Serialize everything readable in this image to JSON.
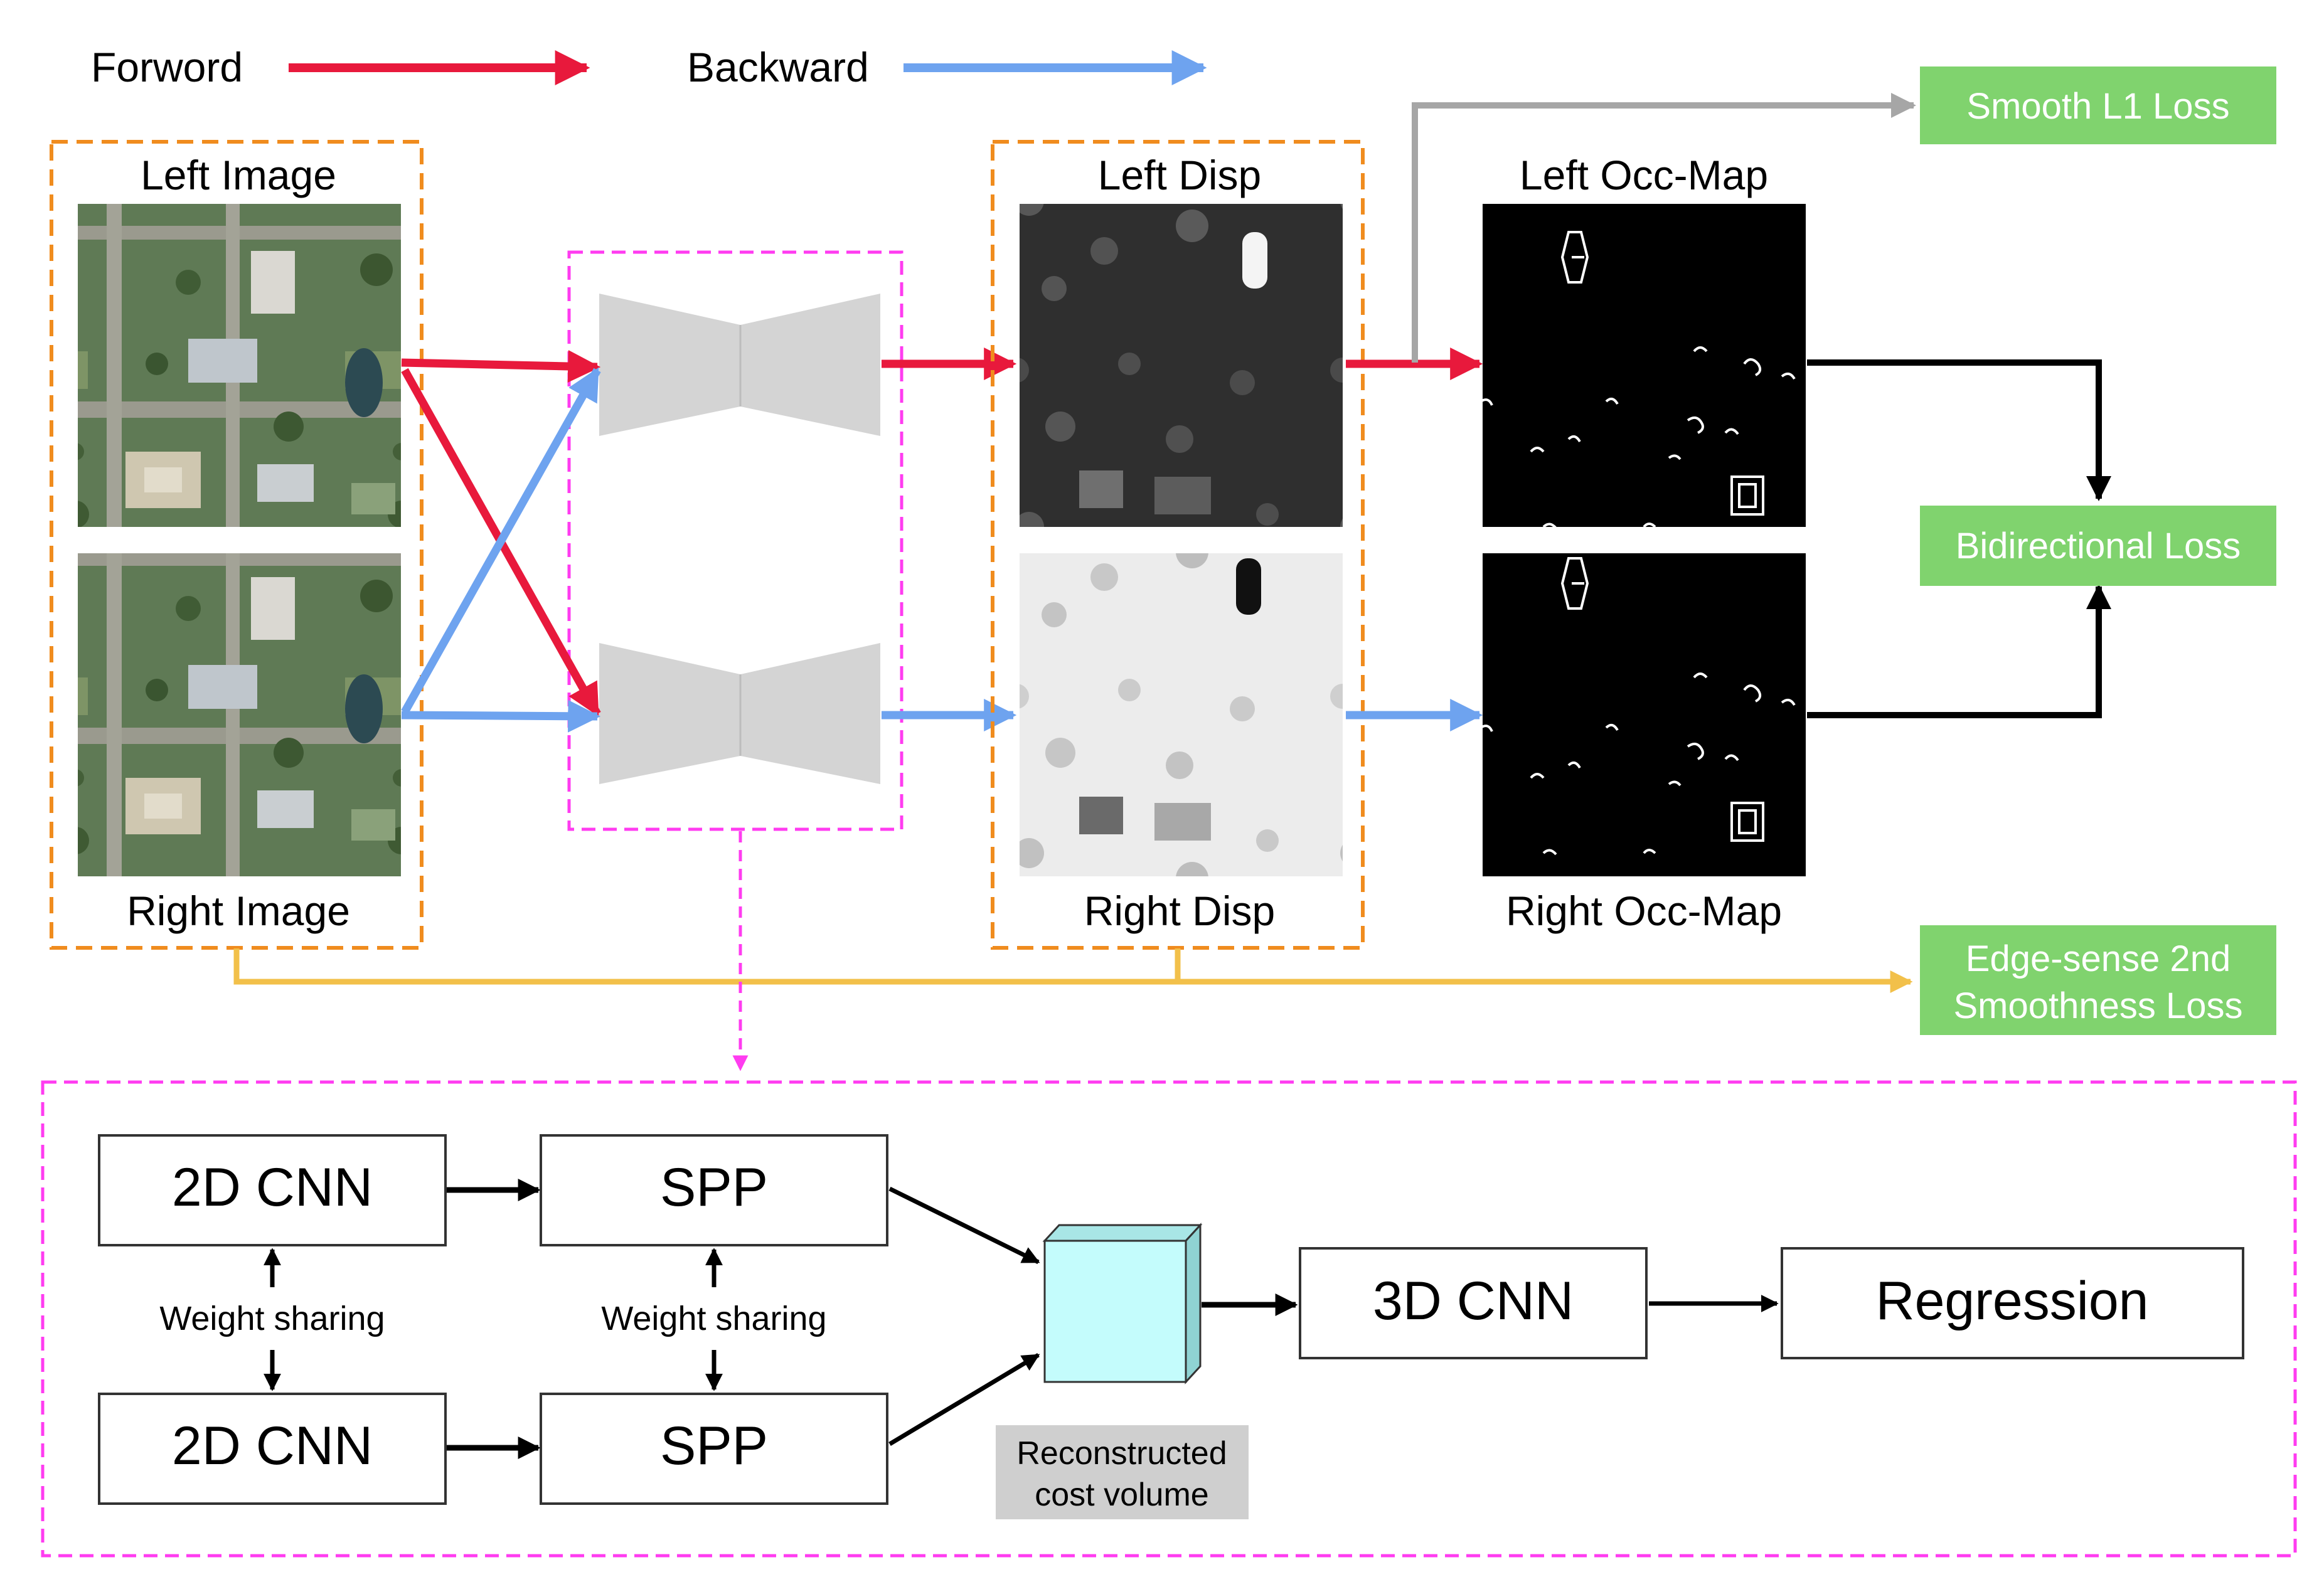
{
  "legend": {
    "forward_label": "Forword",
    "backward_label": "Backward",
    "forward_color": "#e8193c",
    "backward_color": "#6ea3ef"
  },
  "inputs": {
    "left_image_label": "Left Image",
    "right_image_label": "Right Image"
  },
  "disparity": {
    "left_label": "Left Disp",
    "right_label": "Right Disp"
  },
  "occlusion": {
    "left_label": "Left Occ-Map",
    "right_label": "Right Occ-Map"
  },
  "losses": {
    "smooth_l1": "Smooth L1 Loss",
    "bidirectional": "Bidirectional  Loss",
    "edge_line1": "Edge-sense 2nd",
    "edge_line2": "Smoothness  Loss",
    "color": "#80d36e"
  },
  "network": {
    "cnn2d_top": "2D CNN",
    "cnn2d_bottom": "2D CNN",
    "spp_top": "SPP",
    "spp_bottom": "SPP",
    "weight_sharing_left": "Weight sharing",
    "weight_sharing_right": "Weight sharing",
    "cost_volume_line1": "Reconstructed",
    "cost_volume_line2": "cost volume",
    "cnn3d": "3D CNN",
    "regression": "Regression",
    "cost_volume_color": "#c4fcfc"
  },
  "colors": {
    "input_group_border": "#f08c1e",
    "network_border": "#ff3cf0",
    "smoothness_line": "#f2c04a",
    "gray_arrow": "#a6a6a6"
  }
}
